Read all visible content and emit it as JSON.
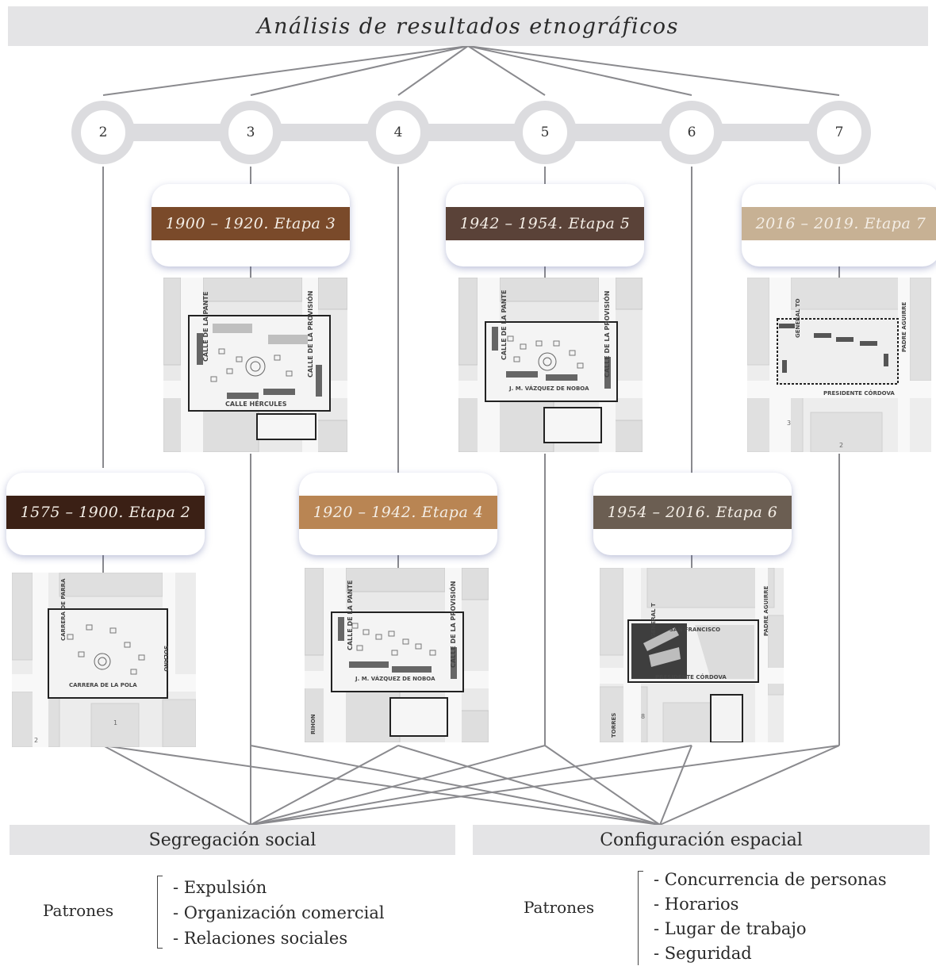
{
  "title": "Análisis de resultados etnográficos",
  "stages": [
    {
      "num": "2",
      "label": "1575 – 1900. Etapa 2",
      "color": "#3b2015"
    },
    {
      "num": "3",
      "label": "1900 – 1920. Etapa 3",
      "color": "#7a4a2a"
    },
    {
      "num": "4",
      "label": "1920 – 1942. Etapa 4",
      "color": "#b98553"
    },
    {
      "num": "5",
      "label": "1942 – 1954. Etapa 5",
      "color": "#5a4238"
    },
    {
      "num": "6",
      "label": "1954 – 2016. Etapa 6",
      "color": "#6b5e52"
    },
    {
      "num": "7",
      "label": "2016 – 2019. Etapa 7",
      "color": "#c7b194"
    }
  ],
  "maps": {
    "stage2": {
      "streets": [
        "CARRERA DE PARRA",
        "CARRERA DE LA POLA",
        "SOLANO"
      ],
      "numbers": [
        "1",
        "2"
      ]
    },
    "stage3": {
      "streets": [
        "CALLE DE LA PANTE",
        "CALLE DE LA PROVISIÓN",
        "CALLE HÉRCULES"
      ]
    },
    "stage4": {
      "streets": [
        "CALLE DE LA PANTE",
        "CALLE DE LA PROVISIÓN",
        "J. M. VÁZQUEZ DE NOBOA",
        "RIHON"
      ]
    },
    "stage5": {
      "streets": [
        "CALLE DE LA PANTE",
        "CALLE DE LA PROVISIÓN",
        "J. M. VÁZQUEZ DE NOBOA"
      ]
    },
    "stage6": {
      "streets": [
        "GENERAL T",
        "SAN FRANCISCO",
        "PADRE AGUIRRE",
        "PRESIDENTE CÓRDOVA",
        "TORRES"
      ],
      "numbers": [
        "8"
      ]
    },
    "stage7": {
      "streets": [
        "GENERAL TO",
        "PADRE AGUIRRE",
        "PRESIDENTE CÓRDOVA"
      ],
      "numbers": [
        "3",
        "2"
      ]
    }
  },
  "social": {
    "heading": "Segregación social",
    "patterns_label": "Patrones",
    "items": [
      "- Expulsión",
      "- Organización comercial",
      "- Relaciones sociales"
    ]
  },
  "spatial": {
    "heading": "Configuración espacial",
    "patterns_label": "Patrones",
    "items": [
      "- Concurrencia de personas",
      "- Horarios",
      "- Lugar de trabajo",
      "- Seguridad"
    ]
  }
}
